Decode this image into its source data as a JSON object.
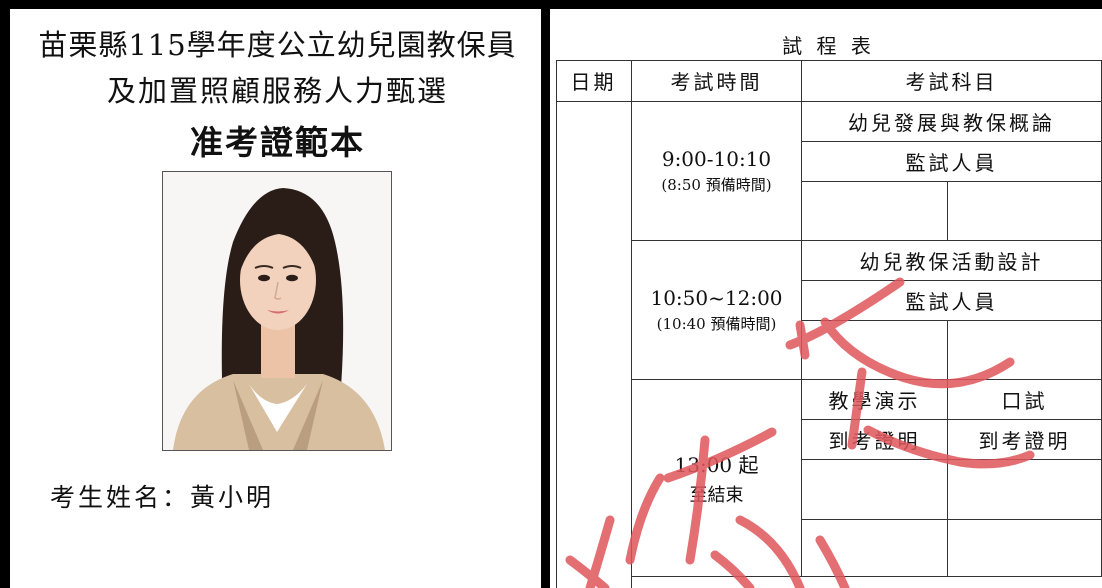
{
  "card": {
    "title_line1": "苗栗縣115學年度公立幼兒園教保員",
    "title_line2": "及加置照顧服務人力甄選",
    "title_line3": "准考證範本",
    "candidate_label": "考生姓名：黃小明"
  },
  "schedule": {
    "title": "試 程 表",
    "headers": {
      "date": "日期",
      "time": "考試時間",
      "subject": "考試科目"
    },
    "session1": {
      "time": "9:00-10:10",
      "prep": "(8:50 預備時間)",
      "subject": "幼兒發展與教保概論",
      "proctor": "監試人員"
    },
    "session2": {
      "time": "10:50~12:00",
      "prep": "(10:40 預備時間)",
      "subject": "幼兒教保活動設計",
      "proctor": "監試人員"
    },
    "session3": {
      "time": "13:00 起",
      "end": "至結束",
      "subject_a": "教學演示",
      "subject_b": "口試",
      "admit_a": "到考證明",
      "admit_b": "到考證明"
    }
  },
  "colors": {
    "stamp": "#e0565b",
    "border": "#000000"
  }
}
